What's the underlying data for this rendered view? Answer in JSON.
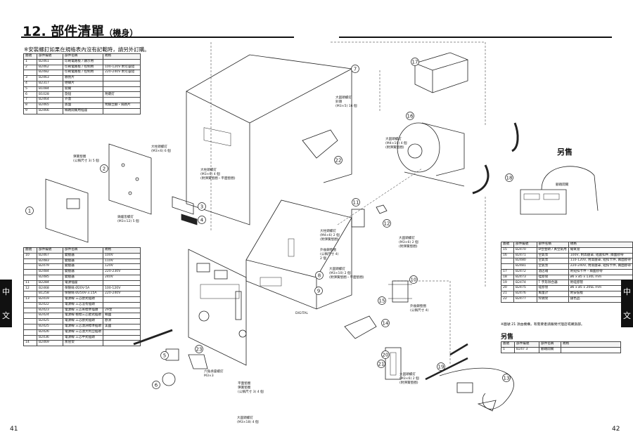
{
  "header": {
    "title": "12. 部件清單",
    "title_suffix": "（機身）"
  },
  "note": "※安裝螺釘如果在規格表內沒有記載時，請另外訂購。",
  "table_top": {
    "headers": [
      "圖號",
      "部件編號",
      "部件名稱",
      "規格"
    ],
    "rows": [
      [
        "1",
        "B2461",
        "印刷電路板 / 顯示用",
        ""
      ],
      [
        "2",
        "B2462",
        "印刷電路板 / 控制用",
        "100-120V 附可容錯"
      ],
      [
        "",
        "B2482",
        "印刷電路板 / 控制用",
        "220-240V 附可容錯"
      ],
      [
        "3",
        "B2463",
        "散熱片",
        ""
      ],
      [
        "4",
        "B2317",
        "絕緣片",
        ""
      ],
      [
        "5",
        "B1084",
        "開關",
        ""
      ],
      [
        "6",
        "B1028",
        "旋鈕",
        "附鍵釘"
      ],
      [
        "7",
        "B2464",
        "外蓋",
        ""
      ],
      [
        "8",
        "B2465",
        "底盤",
        "附腳立腳・隔熱片"
      ],
      [
        "9",
        "B2466",
        "線路開關用插座",
        ""
      ]
    ]
  },
  "table_mid": {
    "headers": [
      "圖號",
      "部件編號",
      "部件名稱",
      "規格"
    ],
    "rows": [
      [
        "10",
        "B2467",
        "變壓器",
        "100V"
      ],
      [
        "",
        "B2483",
        "變壓器",
        "110V"
      ],
      [
        "",
        "B2479",
        "變壓器",
        "120V"
      ],
      [
        "",
        "B2484",
        "變壓器",
        "220-230V"
      ],
      [
        "",
        "B2485",
        "變壓器",
        "240V"
      ],
      [
        "11",
        "B2284",
        "電源插座",
        ""
      ],
      [
        "12",
        "B2468",
        "保險絲 Ø20V-5A",
        "100-120V"
      ],
      [
        "",
        "B1258",
        "保險絲 Ø250V-3.15A",
        "220-240V"
      ],
      [
        "13",
        "B2419",
        "電源線 三芯歐式插頭",
        ""
      ],
      [
        "",
        "B2422",
        "電源線 三芯沒有插頭",
        ""
      ],
      [
        "",
        "B2423",
        "電源線 三芯英標準插頭",
        "29至"
      ],
      [
        "",
        "B2424",
        "電源線 極標三芯歐式插頭",
        "韓國"
      ],
      [
        "",
        "B2425",
        "電源線 三芯歐式插頭",
        "歐洲"
      ],
      [
        "",
        "B2425",
        "電源線 三芯澳洲標準插頭",
        "美國"
      ],
      [
        "",
        "B2426",
        "電源線 三芯澳大利亞插頭",
        ""
      ],
      [
        "",
        "B2436",
        "電源線 三芯中式插頭",
        ""
      ],
      [
        "14",
        "B2469",
        "斎管架",
        ""
      ]
    ]
  },
  "table_right": {
    "headers": [
      "圖號",
      "部件編號",
      "部件名稱",
      "規格"
    ],
    "rows": [
      [
        "15",
        "B2470",
        "Ø合金頭 / 真空氣用",
        "縮氧管"
      ],
      [
        "16",
        "B2471",
        "空氣泵",
        "100V, 附高壓罩, 短處扣件, 兩面膠帶"
      ],
      [
        "",
        "B2480",
        "空氣泵",
        "110-120V, 附高壓罩, 短扣卡件, 兩面膠帶"
      ],
      [
        "",
        "B2481",
        "空氣泵",
        "220-240V, 附高壓罩, 短扣卡件, 兩面膠帶"
      ],
      [
        "17",
        "B2472",
        "酒店箱",
        "附短扣卡件・兩面膠帶"
      ],
      [
        "18",
        "B2473",
        "硅膠管",
        "ø6 x ø5 x 130L mm"
      ],
      [
        "19",
        "B2474",
        "T 字形除合器",
        "附硅膠管"
      ],
      [
        "20",
        "B2475",
        "硅膠管",
        "ø6 x ø5 x 20SL mm"
      ],
      [
        "21",
        "B2476",
        "風量計",
        "附安裝板"
      ],
      [
        "22",
        "B2477",
        "焊錫架",
        "銀色品"
      ]
    ]
  },
  "footnote": "※圖號 21 須由機構，有需要者請跟問代理店或購貨部。",
  "accessory": {
    "heading": "另售",
    "headers": [
      "圖號",
      "部件編號",
      "部件名稱",
      "規格"
    ],
    "rows": [
      [
        "1",
        "B247 3",
        "腳踏開關",
        ""
      ]
    ]
  },
  "diagram": {
    "optional_heading": "另售",
    "foot_switch_label": "腳踏開關",
    "callouts": [
      "1",
      "2",
      "3",
      "4",
      "5",
      "6",
      "7",
      "8",
      "9",
      "10",
      "11",
      "12",
      "13",
      "14",
      "15",
      "16",
      "17",
      "18",
      "19",
      "20",
      "21",
      "22",
      "23"
    ],
    "labels": {
      "l1": "大柱頭螺釘",
      "l1b": "(M3×6) 6 個",
      "l2": "彈簧墊圈",
      "l2b": "(公稱尺寸 3) 5 個",
      "l3": "大柱頭螺釘",
      "l3b": "(M3×6) 4 個",
      "l3c": "(附彈簧墊圈・平面墊圈)",
      "l4": "鍋爐皆螺釘",
      "l4b": "(M3×12) 5 個",
      "l5": "大圓頭螺釘",
      "l5b": "(M4×10) 4 個",
      "l5c": "(附彈簧墊圈)",
      "l6": "大圓頭螺釘",
      "l6b": "鈴頭",
      "l6c": "(M3×5) 16 個",
      "l7": "大柱頭螺釘",
      "l7b": "(M4×6) 2 個",
      "l7c": "(附彈簧墊圈)",
      "l8": "外齒鎖墊圈",
      "l8b": "(公稱尺寸 4)",
      "l8c": "2 個",
      "l9": "大圓頭螺釘",
      "l9b": "(M3×10) 2 個",
      "l9c": "(附彈簧墊圈・平面墊圈)",
      "l10": "大圓頭螺釘",
      "l10b": "(M3×6) 2 個",
      "l10c": "(附彈簧墊圈)",
      "l11": "外齒鎖墊圈",
      "l11b": "(公稱尺寸 4)",
      "l12": "六角承座螺釘",
      "l12b": "M3×3",
      "l13": "平面墊圈",
      "l13b": "彈簧墊圈",
      "l13c": "(公稱尺寸 3) 4 個",
      "l14": "大圓頭螺釘",
      "l14b": "(M3×18) 4 個",
      "l15": "大圓頭螺釘",
      "l15b": "(M3×6) 2 個",
      "l15c": "(附彈簧墊圈)",
      "brand": "DIGITAL"
    }
  },
  "side_tab": {
    "left": [
      "中",
      "文"
    ],
    "right": [
      "中",
      "文"
    ]
  },
  "page_numbers": {
    "left": "41",
    "right": "42"
  }
}
